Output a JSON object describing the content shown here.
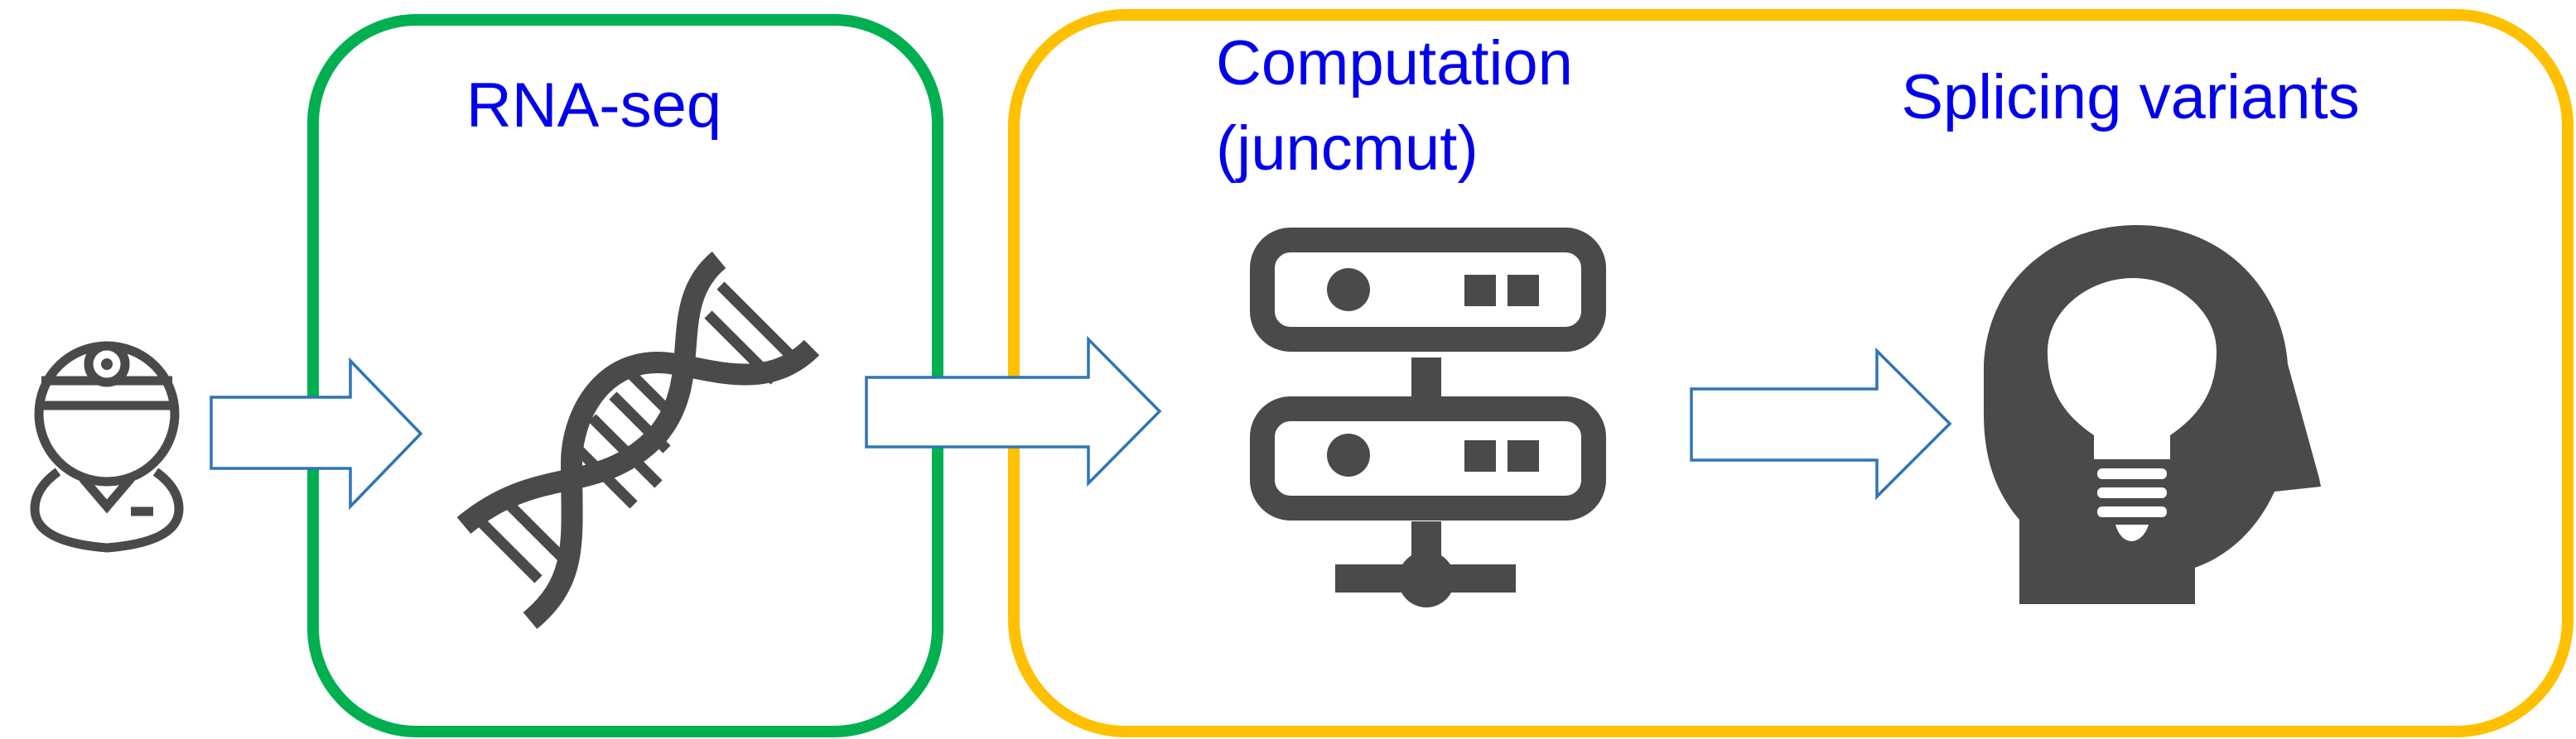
{
  "stages": {
    "rnaseq": {
      "title": "RNA-seq"
    },
    "computation": {
      "title_line1": "Computation",
      "title_line2": "(juncmut)"
    },
    "splicing": {
      "title": "Splicing variants"
    }
  },
  "colors": {
    "rnaseq_border": "#00b050",
    "analysis_border": "#ffc000",
    "arrow_stroke": "#2e75b6",
    "icon_fill": "#4a4a4a",
    "label_text": "#0000ee"
  },
  "icons": [
    "doctor-icon",
    "dna-icon",
    "server-icon",
    "head-lightbulb-icon"
  ]
}
